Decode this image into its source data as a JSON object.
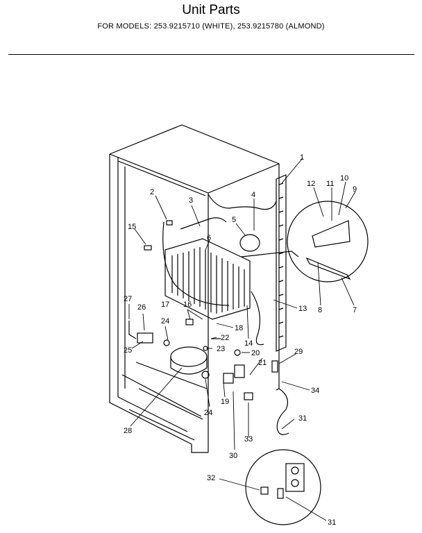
{
  "header": {
    "title": "Unit Parts",
    "subtitle": "FOR MODELS:  253.9215710 (WHITE), 253.9215780 (ALMOND)"
  },
  "callouts": [
    "1",
    "2",
    "3",
    "4",
    "5",
    "6",
    "7",
    "8",
    "9",
    "10",
    "11",
    "12",
    "13",
    "14",
    "15",
    "16",
    "17",
    "18",
    "19",
    "20",
    "21",
    "22",
    "23",
    "24",
    "24",
    "25",
    "26",
    "27",
    "28",
    "29",
    "30",
    "31",
    "31",
    "32",
    "33",
    "34"
  ]
}
